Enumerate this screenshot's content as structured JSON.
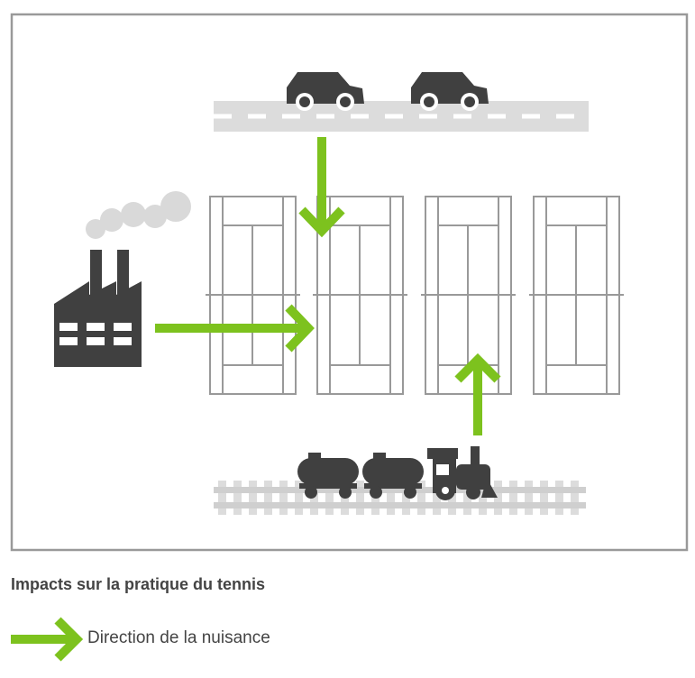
{
  "caption": {
    "title": "Impacts sur la pratique du tennis"
  },
  "legend": {
    "arrow_icon": "green-arrow-right-icon",
    "label": "Direction de la nuisance"
  },
  "diagram": {
    "nodes": [
      "road",
      "car",
      "car",
      "factory",
      "tennis-court",
      "tennis-court",
      "tennis-court",
      "tennis-court",
      "railway",
      "tank-wagon",
      "tank-wagon",
      "steam-locomotive"
    ],
    "edges": [
      {
        "from": "road",
        "to": "tennis-court-2",
        "direction": "down"
      },
      {
        "from": "factory",
        "to": "tennis-court-2",
        "direction": "right"
      },
      {
        "from": "railway",
        "to": "tennis-court-3",
        "direction": "up"
      }
    ]
  },
  "colors": {
    "arrow": "#7dc21e",
    "icon": "#404040",
    "court_line": "#999999",
    "road": "#dcdcdc",
    "frame": "#999999",
    "text": "#444444"
  }
}
